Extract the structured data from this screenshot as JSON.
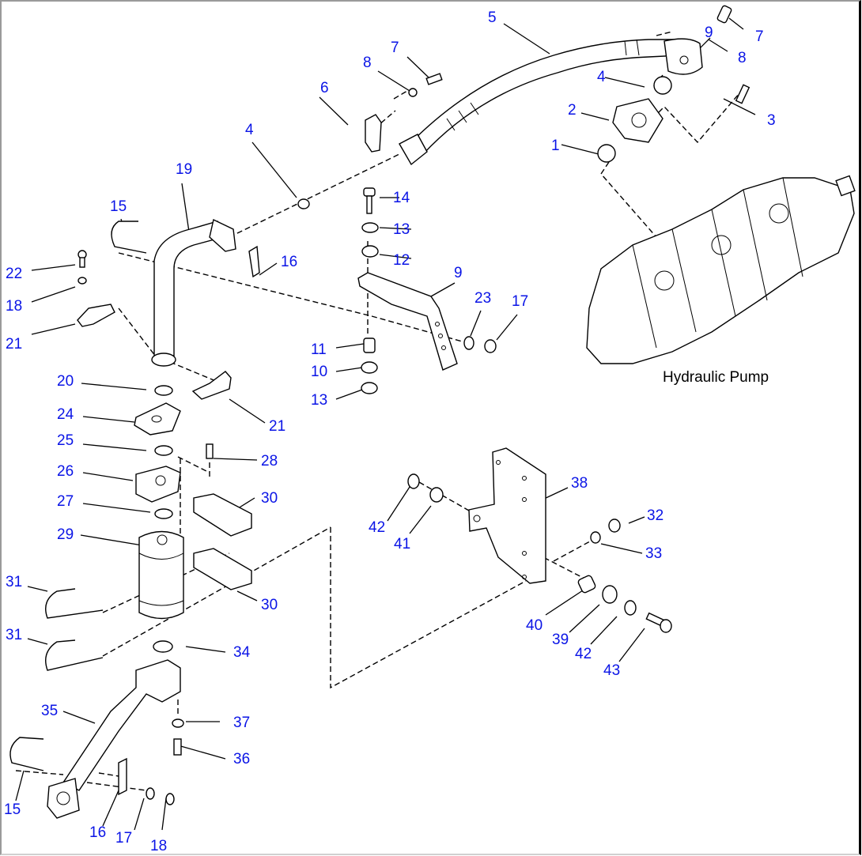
{
  "title": "Hydraulic pump piping exploded parts diagram",
  "caption": "Hydraulic Pump",
  "colors": {
    "callout": "#0a14e6",
    "linework": "#000000",
    "background": "#ffffff"
  },
  "callouts": [
    {
      "id": "c5",
      "label": "5"
    },
    {
      "id": "c7a",
      "label": "7"
    },
    {
      "id": "c8a",
      "label": "8"
    },
    {
      "id": "c9a",
      "label": "9"
    },
    {
      "id": "c7b",
      "label": "7"
    },
    {
      "id": "c8b",
      "label": "8"
    },
    {
      "id": "c6",
      "label": "6"
    },
    {
      "id": "c4a",
      "label": "4"
    },
    {
      "id": "c4b",
      "label": "4"
    },
    {
      "id": "c2",
      "label": "2"
    },
    {
      "id": "c3",
      "label": "3"
    },
    {
      "id": "c1",
      "label": "1"
    },
    {
      "id": "c19",
      "label": "19"
    },
    {
      "id": "c14",
      "label": "14"
    },
    {
      "id": "c13a",
      "label": "13"
    },
    {
      "id": "c12",
      "label": "12"
    },
    {
      "id": "c15a",
      "label": "15"
    },
    {
      "id": "c16a",
      "label": "16"
    },
    {
      "id": "c9b",
      "label": "9"
    },
    {
      "id": "c22",
      "label": "22"
    },
    {
      "id": "c23",
      "label": "23"
    },
    {
      "id": "c17a",
      "label": "17"
    },
    {
      "id": "c18a",
      "label": "18"
    },
    {
      "id": "c21a",
      "label": "21"
    },
    {
      "id": "c11",
      "label": "11"
    },
    {
      "id": "c10",
      "label": "10"
    },
    {
      "id": "c13b",
      "label": "13"
    },
    {
      "id": "c20",
      "label": "20"
    },
    {
      "id": "c24",
      "label": "24"
    },
    {
      "id": "c21b",
      "label": "21"
    },
    {
      "id": "c25",
      "label": "25"
    },
    {
      "id": "c28",
      "label": "28"
    },
    {
      "id": "c26",
      "label": "26"
    },
    {
      "id": "c27",
      "label": "27"
    },
    {
      "id": "c30a",
      "label": "30"
    },
    {
      "id": "c38",
      "label": "38"
    },
    {
      "id": "c42a",
      "label": "42"
    },
    {
      "id": "c41",
      "label": "41"
    },
    {
      "id": "c32",
      "label": "32"
    },
    {
      "id": "c29",
      "label": "29"
    },
    {
      "id": "c33",
      "label": "33"
    },
    {
      "id": "c31a",
      "label": "31"
    },
    {
      "id": "c30b",
      "label": "30"
    },
    {
      "id": "c40",
      "label": "40"
    },
    {
      "id": "c39",
      "label": "39"
    },
    {
      "id": "c42b",
      "label": "42"
    },
    {
      "id": "c31b",
      "label": "31"
    },
    {
      "id": "c34",
      "label": "34"
    },
    {
      "id": "c43",
      "label": "43"
    },
    {
      "id": "c35",
      "label": "35"
    },
    {
      "id": "c37",
      "label": "37"
    },
    {
      "id": "c36",
      "label": "36"
    },
    {
      "id": "c15b",
      "label": "15"
    },
    {
      "id": "c16b",
      "label": "16"
    },
    {
      "id": "c17b",
      "label": "17"
    },
    {
      "id": "c18b",
      "label": "18"
    }
  ]
}
